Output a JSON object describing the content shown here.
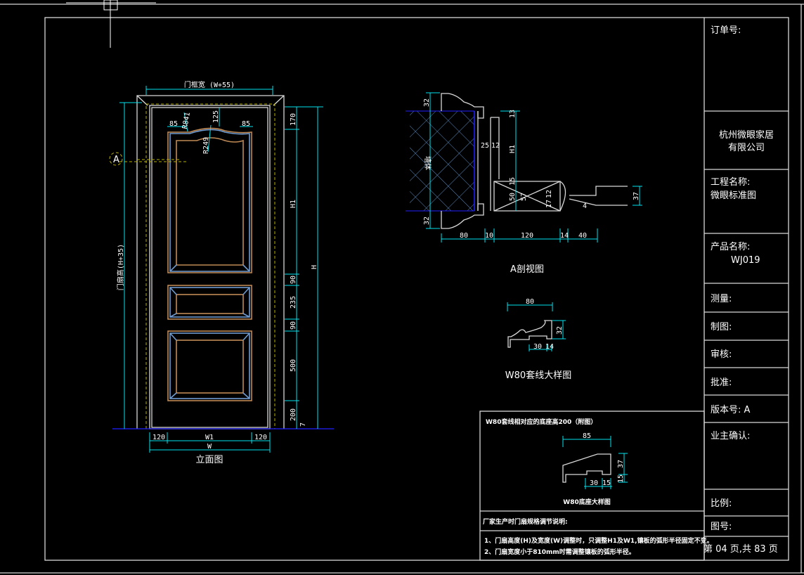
{
  "title_block": {
    "order_no": "订单号:",
    "company_line1": "杭州微眼家居",
    "company_line2": "有限公司",
    "project_label": "工程名称:",
    "project_value": "微眼标准图",
    "product_label": "产品名称:",
    "product_value": "WJ019",
    "measure": "测量:",
    "drawn": "制图:",
    "review": "审核:",
    "approve": "批准:",
    "version": "版本号: A",
    "owner_confirm": "业主确认:",
    "scale": "比例:",
    "drawing_no": "图号:",
    "page": "第 04 页,共 83 页"
  },
  "elevation": {
    "title": "立面图",
    "frame_width": "门框宽 (W+55)",
    "leaf_height": "门扇高(H+35)",
    "section_marker": "A",
    "top_dims": [
      "85",
      "R841",
      "125",
      "85"
    ],
    "radius": "R249",
    "right_dims": [
      "170",
      "H1",
      "90",
      "235",
      "90",
      "500",
      "200"
    ],
    "overall_height": "H",
    "floor_mark": "7",
    "bottom_dims": [
      "120",
      "W1",
      "120"
    ],
    "overall_width": "W"
  },
  "section": {
    "title": "A剖视图",
    "wall_label": "墙体",
    "dims": [
      "32",
      "32",
      "13",
      "25",
      "12",
      "H1",
      "15",
      "50",
      "57",
      "17",
      "12",
      "37",
      "4",
      "80",
      "10",
      "120",
      "14",
      "40"
    ]
  },
  "w80": {
    "title": "W80套线大样图",
    "dims": [
      "80",
      "32",
      "30",
      "14"
    ]
  },
  "base": {
    "heading": "W80套线相对应的底座高200（附图）",
    "title": "W80底座大样图",
    "dims": [
      "85",
      "37",
      "15",
      "30",
      "15"
    ]
  },
  "notes": {
    "heading": "厂家生产时门扇规格调节说明:",
    "items": [
      "1、门扇高度(H)及宽度(W)调整时，只调整H1及W1,镶板的弧形半径固定不变。",
      "2、门扇宽度小于810mm时需调整镶板的弧形半径。"
    ]
  }
}
